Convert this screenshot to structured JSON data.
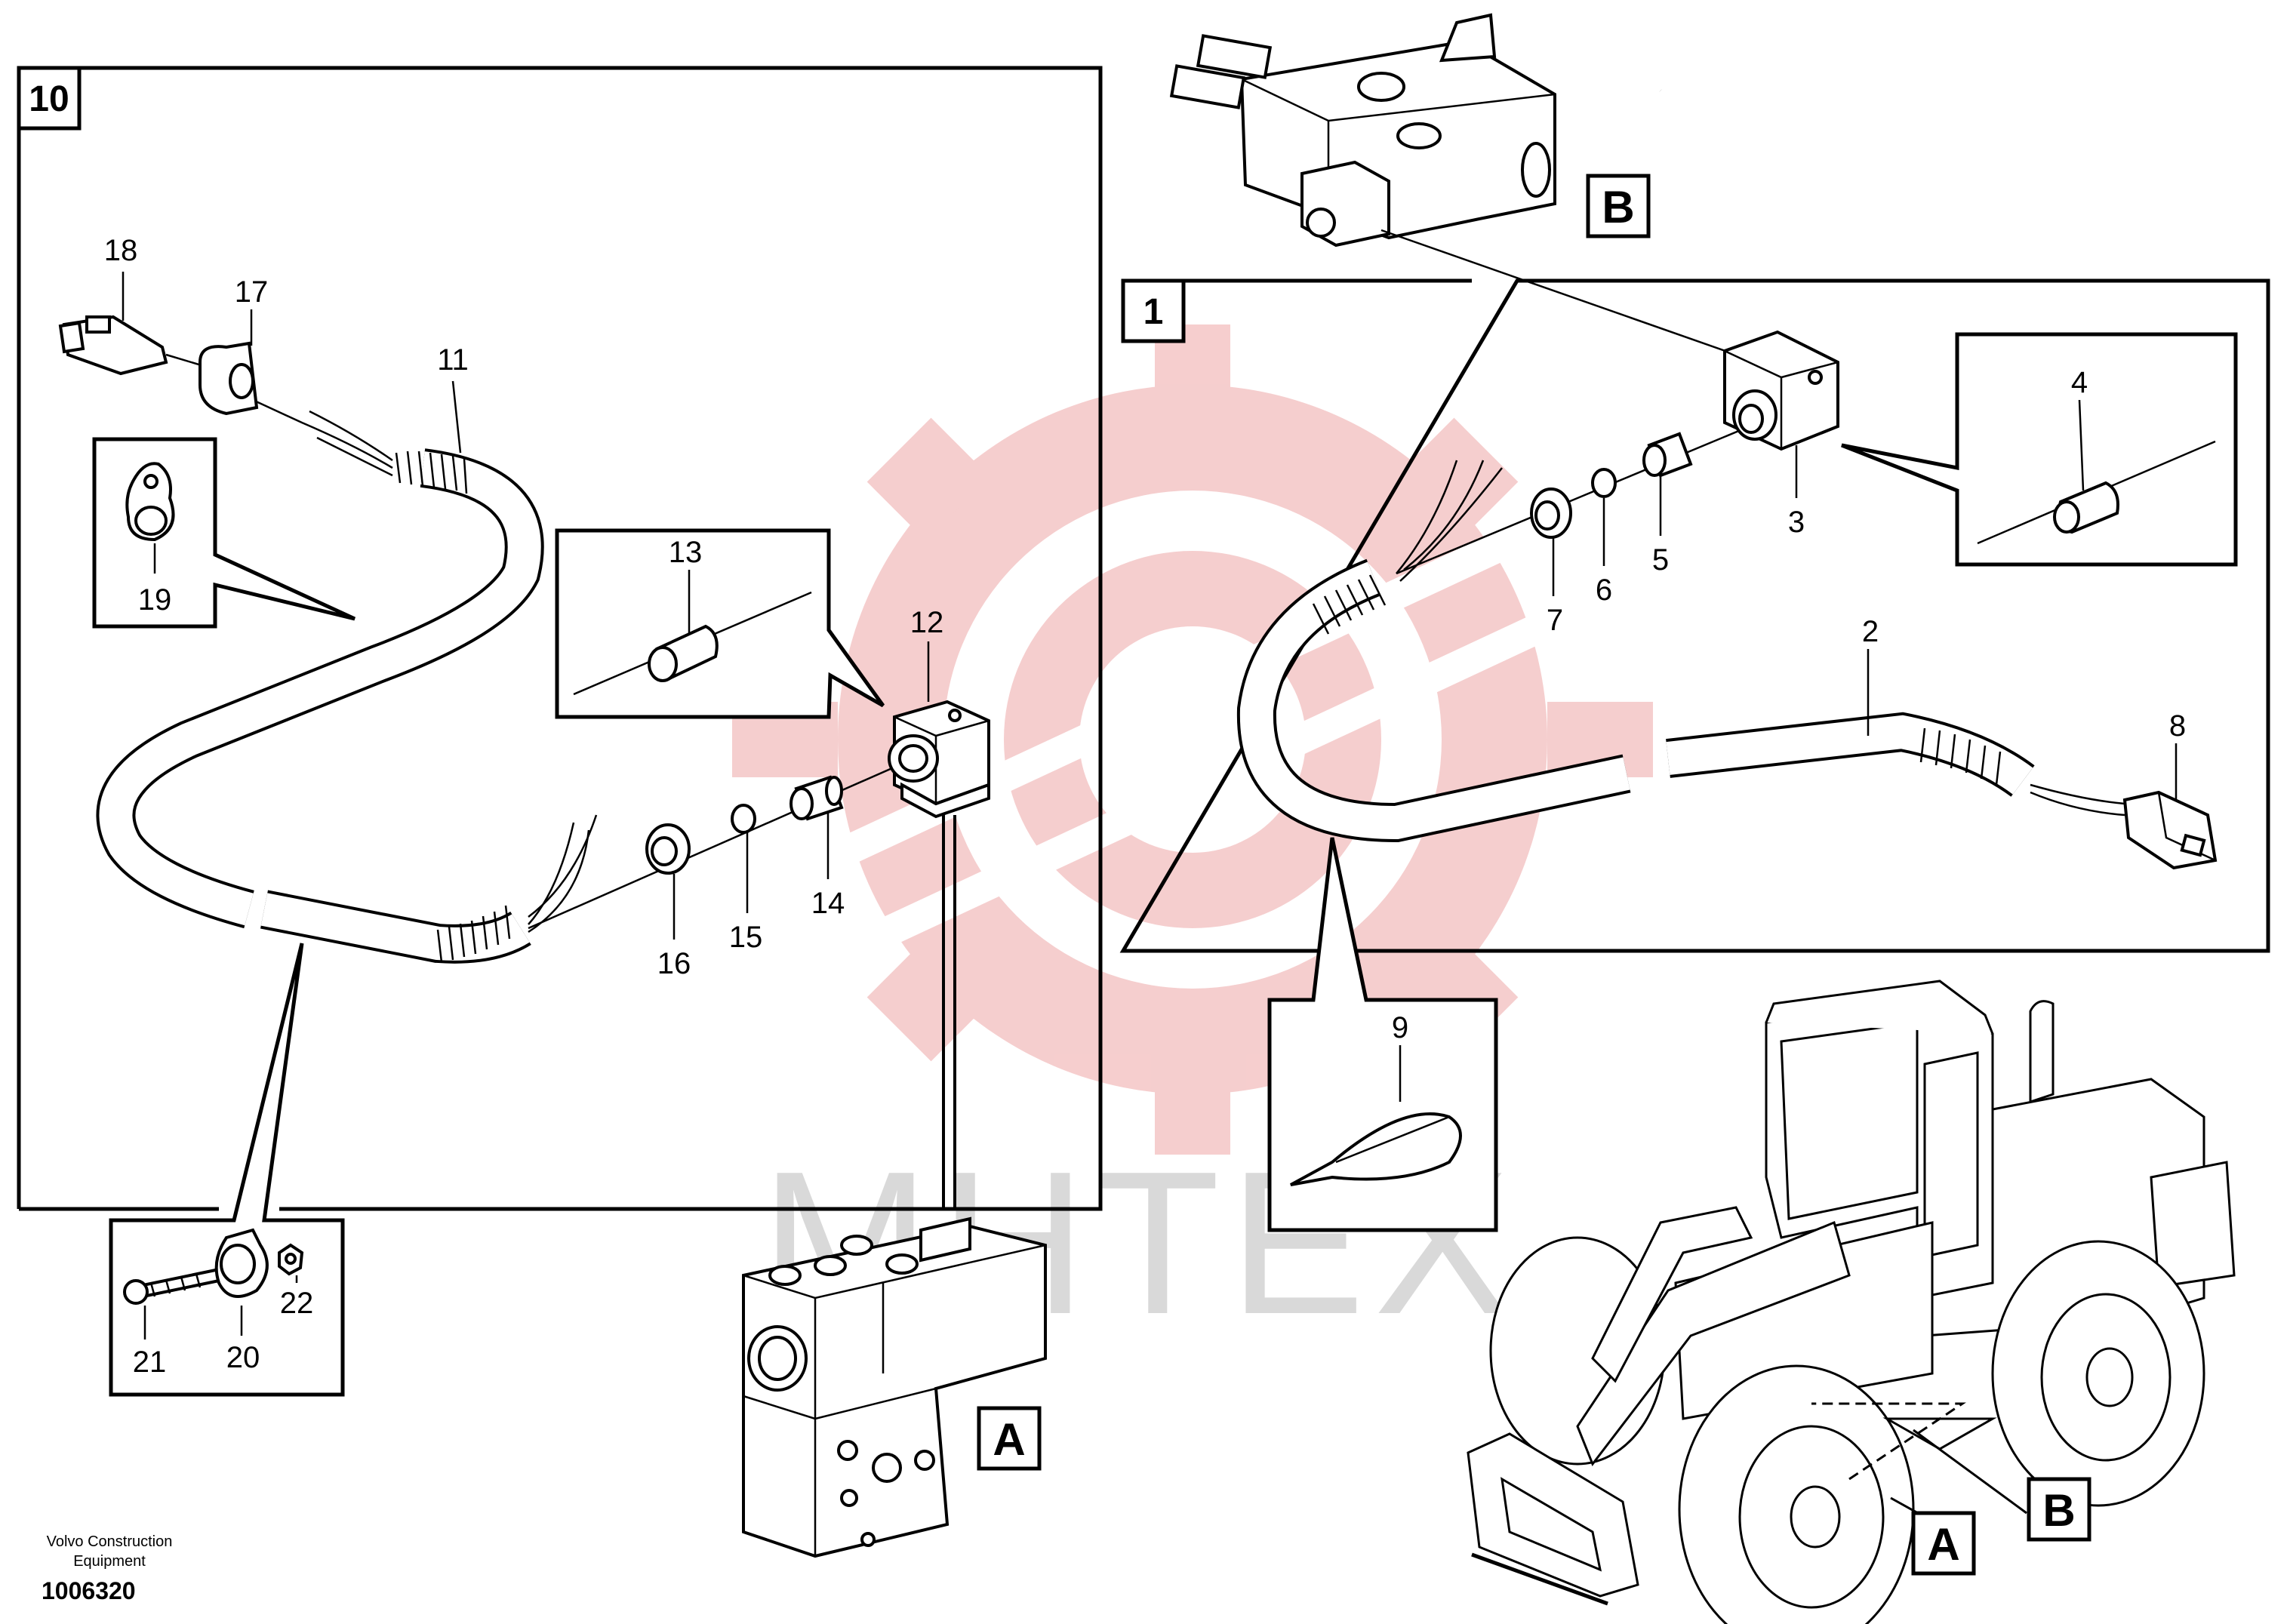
{
  "watermark": {
    "text": "MHTEX",
    "colors": {
      "gear": "#f5c9c9",
      "text": "#d9d9d9"
    }
  },
  "boxes": {
    "kit_10": "10",
    "kit_1": "1"
  },
  "views": {
    "a_main": "A",
    "b_main": "B",
    "a_loader": "A",
    "b_loader": "B"
  },
  "parts": {
    "p1": "2",
    "p2": "3",
    "p3": "4",
    "p4": "5",
    "p5": "6",
    "p6": "7",
    "p7": "8",
    "p8": "9",
    "p11": "11",
    "p12": "12",
    "p13": "13",
    "p14": "14",
    "p15": "15",
    "p16": "16",
    "p17": "17",
    "p18": "18",
    "p19": "19",
    "p20": "20",
    "p21": "21",
    "p22": "22"
  },
  "footer": {
    "company_line1": "Volvo Construction",
    "company_line2": "Equipment",
    "drawing_number": "1006320"
  }
}
